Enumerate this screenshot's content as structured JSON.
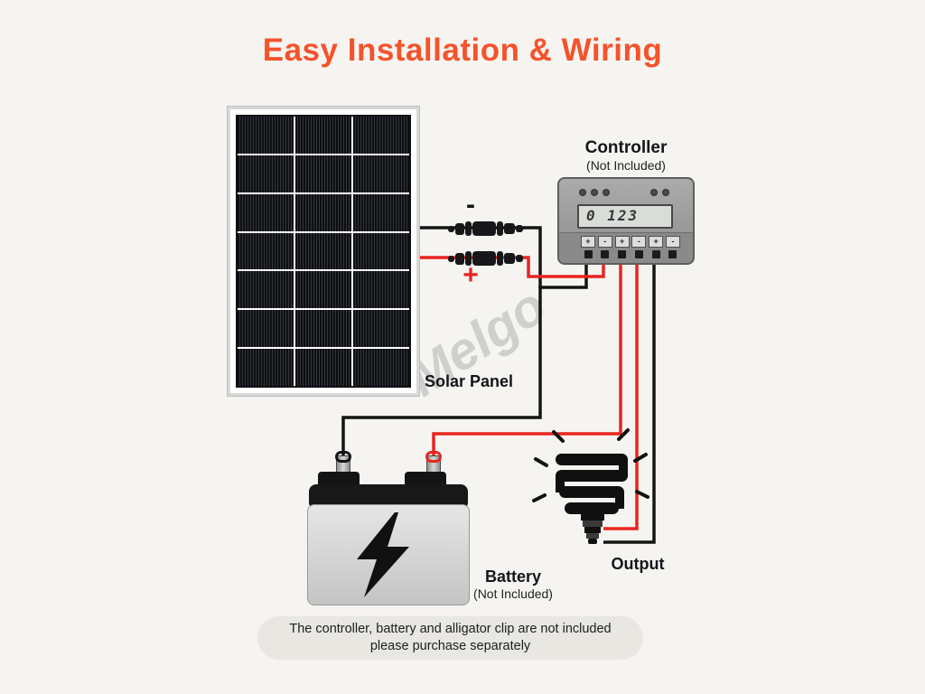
{
  "page": {
    "title": "Easy Installation & Wiring",
    "watermark": "Melgo"
  },
  "labels": {
    "solar_panel": "Solar Panel",
    "controller_title": "Controller",
    "controller_sub": "(Not Included)",
    "battery_title": "Battery",
    "battery_sub": "(Not Included)",
    "output": "Output",
    "connector_minus": "-",
    "connector_plus": "+"
  },
  "controller": {
    "display_value": "0 123",
    "terminal_marks": [
      "+",
      "-",
      "+",
      "-",
      "+",
      "-"
    ]
  },
  "footer": {
    "line1": "The controller, battery and alligator clip are not included",
    "line2": "please purchase separately"
  },
  "colors": {
    "title_orange": "#f4532c",
    "wire_red": "#e8251f",
    "wire_black": "#141414"
  }
}
